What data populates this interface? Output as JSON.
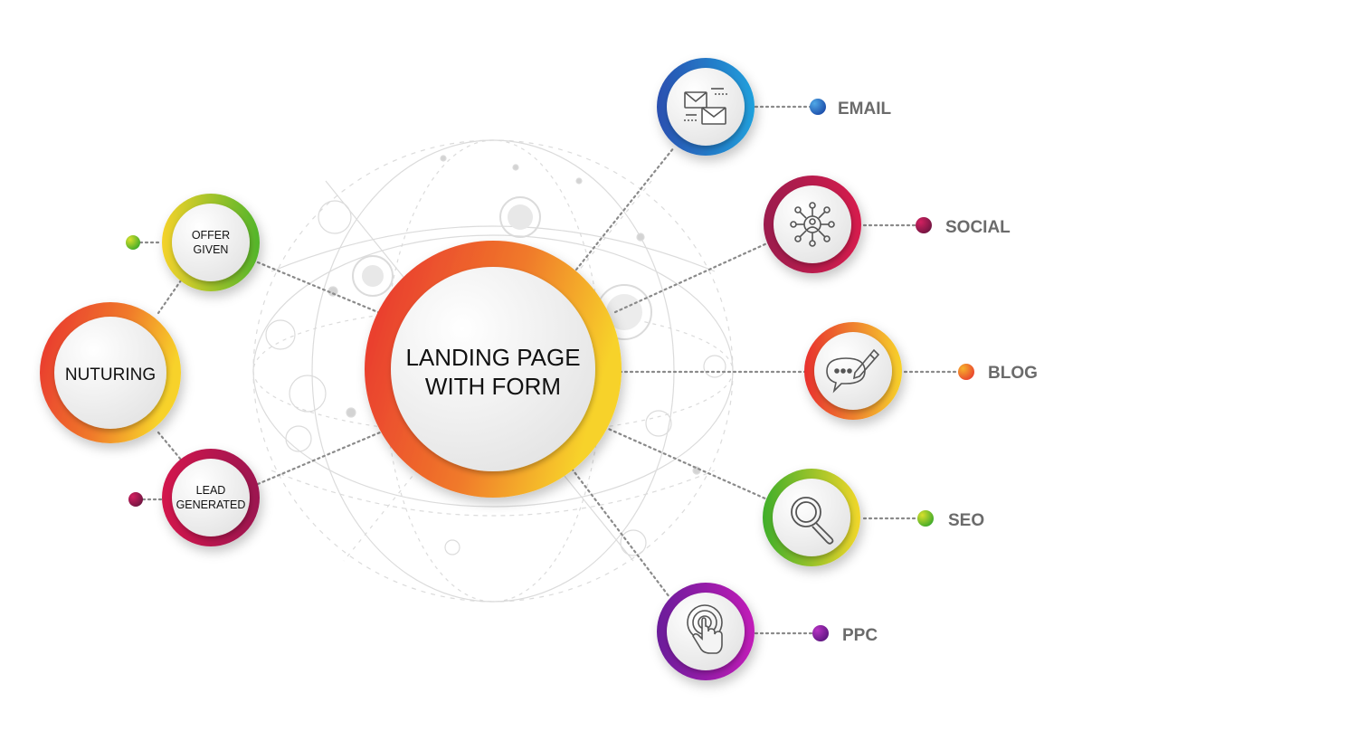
{
  "center": {
    "line1": "LANDING PAGE",
    "line2": "WITH FORM"
  },
  "left": {
    "nurturing": {
      "label": "NUTURING"
    },
    "offer_given": {
      "line1": "OFFER",
      "line2": "GIVEN"
    },
    "lead_generated": {
      "line1": "LEAD",
      "line2": "GENERATED"
    }
  },
  "channels": [
    {
      "label": "EMAIL",
      "icon": "email-icon",
      "color": "#1e5fbf"
    },
    {
      "label": "SOCIAL",
      "icon": "social-network-icon",
      "color": "#b5174f"
    },
    {
      "label": "BLOG",
      "icon": "blog-chat-icon",
      "color": "#f05a28"
    },
    {
      "label": "SEO",
      "icon": "search-icon",
      "color": "#6cc22a"
    },
    {
      "label": "PPC",
      "icon": "touch-click-icon",
      "color": "#8a1a9b"
    }
  ],
  "colors": {
    "label_text": "#6b6b6b",
    "dotted_line": "#8a8a8a",
    "disc_fill": "#f2f2f2"
  }
}
